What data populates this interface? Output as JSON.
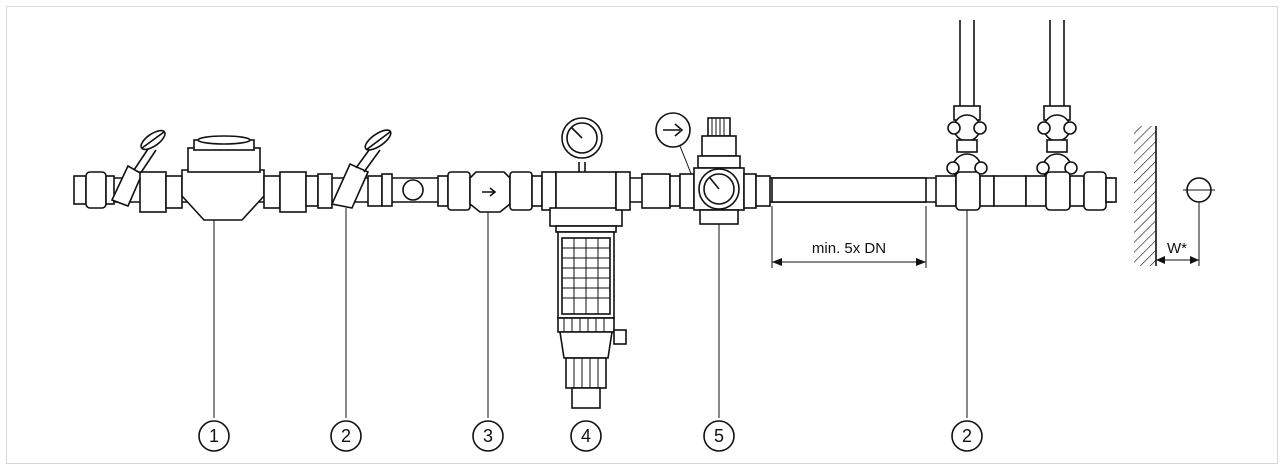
{
  "callouts": [
    {
      "number": "1"
    },
    {
      "number": "2"
    },
    {
      "number": "3"
    },
    {
      "number": "4"
    },
    {
      "number": "5"
    },
    {
      "number": "2"
    }
  ],
  "dimension_label": "min. 5x DN",
  "wall_distance_label": "W*"
}
